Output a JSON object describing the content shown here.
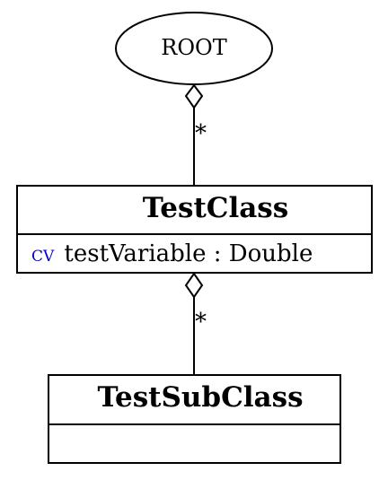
{
  "diagram": {
    "root": {
      "label": "ROOT"
    },
    "classes": [
      {
        "name": "TestClass",
        "attributes": [
          {
            "stereotype": "CV",
            "text": "testVariable : Double"
          }
        ]
      },
      {
        "name": "TestSubClass",
        "attributes": []
      }
    ],
    "associations": [
      {
        "from": "ROOT",
        "to": "TestClass",
        "multiplicity": "*"
      },
      {
        "from": "TestClass",
        "to": "TestSubClass",
        "multiplicity": "*"
      }
    ]
  },
  "colors": {
    "stroke": "#000000",
    "stereotype": "#0000cc",
    "background": "#ffffff"
  }
}
